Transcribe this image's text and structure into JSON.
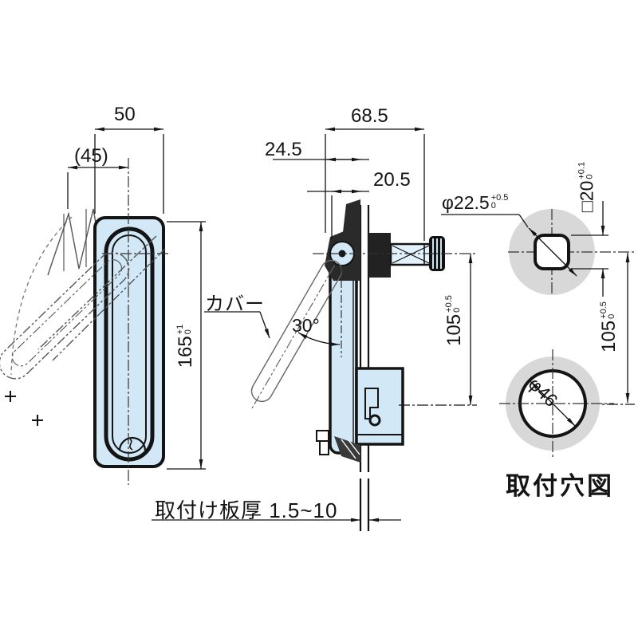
{
  "front_view": {
    "width": "50",
    "width_ref": "(45)",
    "height": "165",
    "height_tol_up": "+1",
    "height_tol_dn": "0"
  },
  "side_view": {
    "depth_total": "68.5",
    "depth_front": "24.5",
    "depth_rear": "20.5",
    "cover_label": "カバー",
    "angle": "30°",
    "pitch": "105",
    "pitch_tol_up": "+0.5",
    "pitch_tol_dn": "0",
    "plate_label": "取付け板厚 1.5~10"
  },
  "hole_view": {
    "title": "取付穴図",
    "hole_dia": "φ22.5",
    "hole_dia_tol_up": "+0.5",
    "hole_dia_tol_dn": "0",
    "square": "□20",
    "square_tol_up": "+0.1",
    "square_tol_dn": "0",
    "pitch": "105",
    "pitch_tol_up": "+0.5",
    "pitch_tol_dn": "0",
    "big_hole_dia": "φ46"
  },
  "colors": {
    "body_fill": "#d2e8f7",
    "shaft_fill": "#e2f1fb",
    "halo": "#d8d8d8",
    "line": "#141414"
  }
}
